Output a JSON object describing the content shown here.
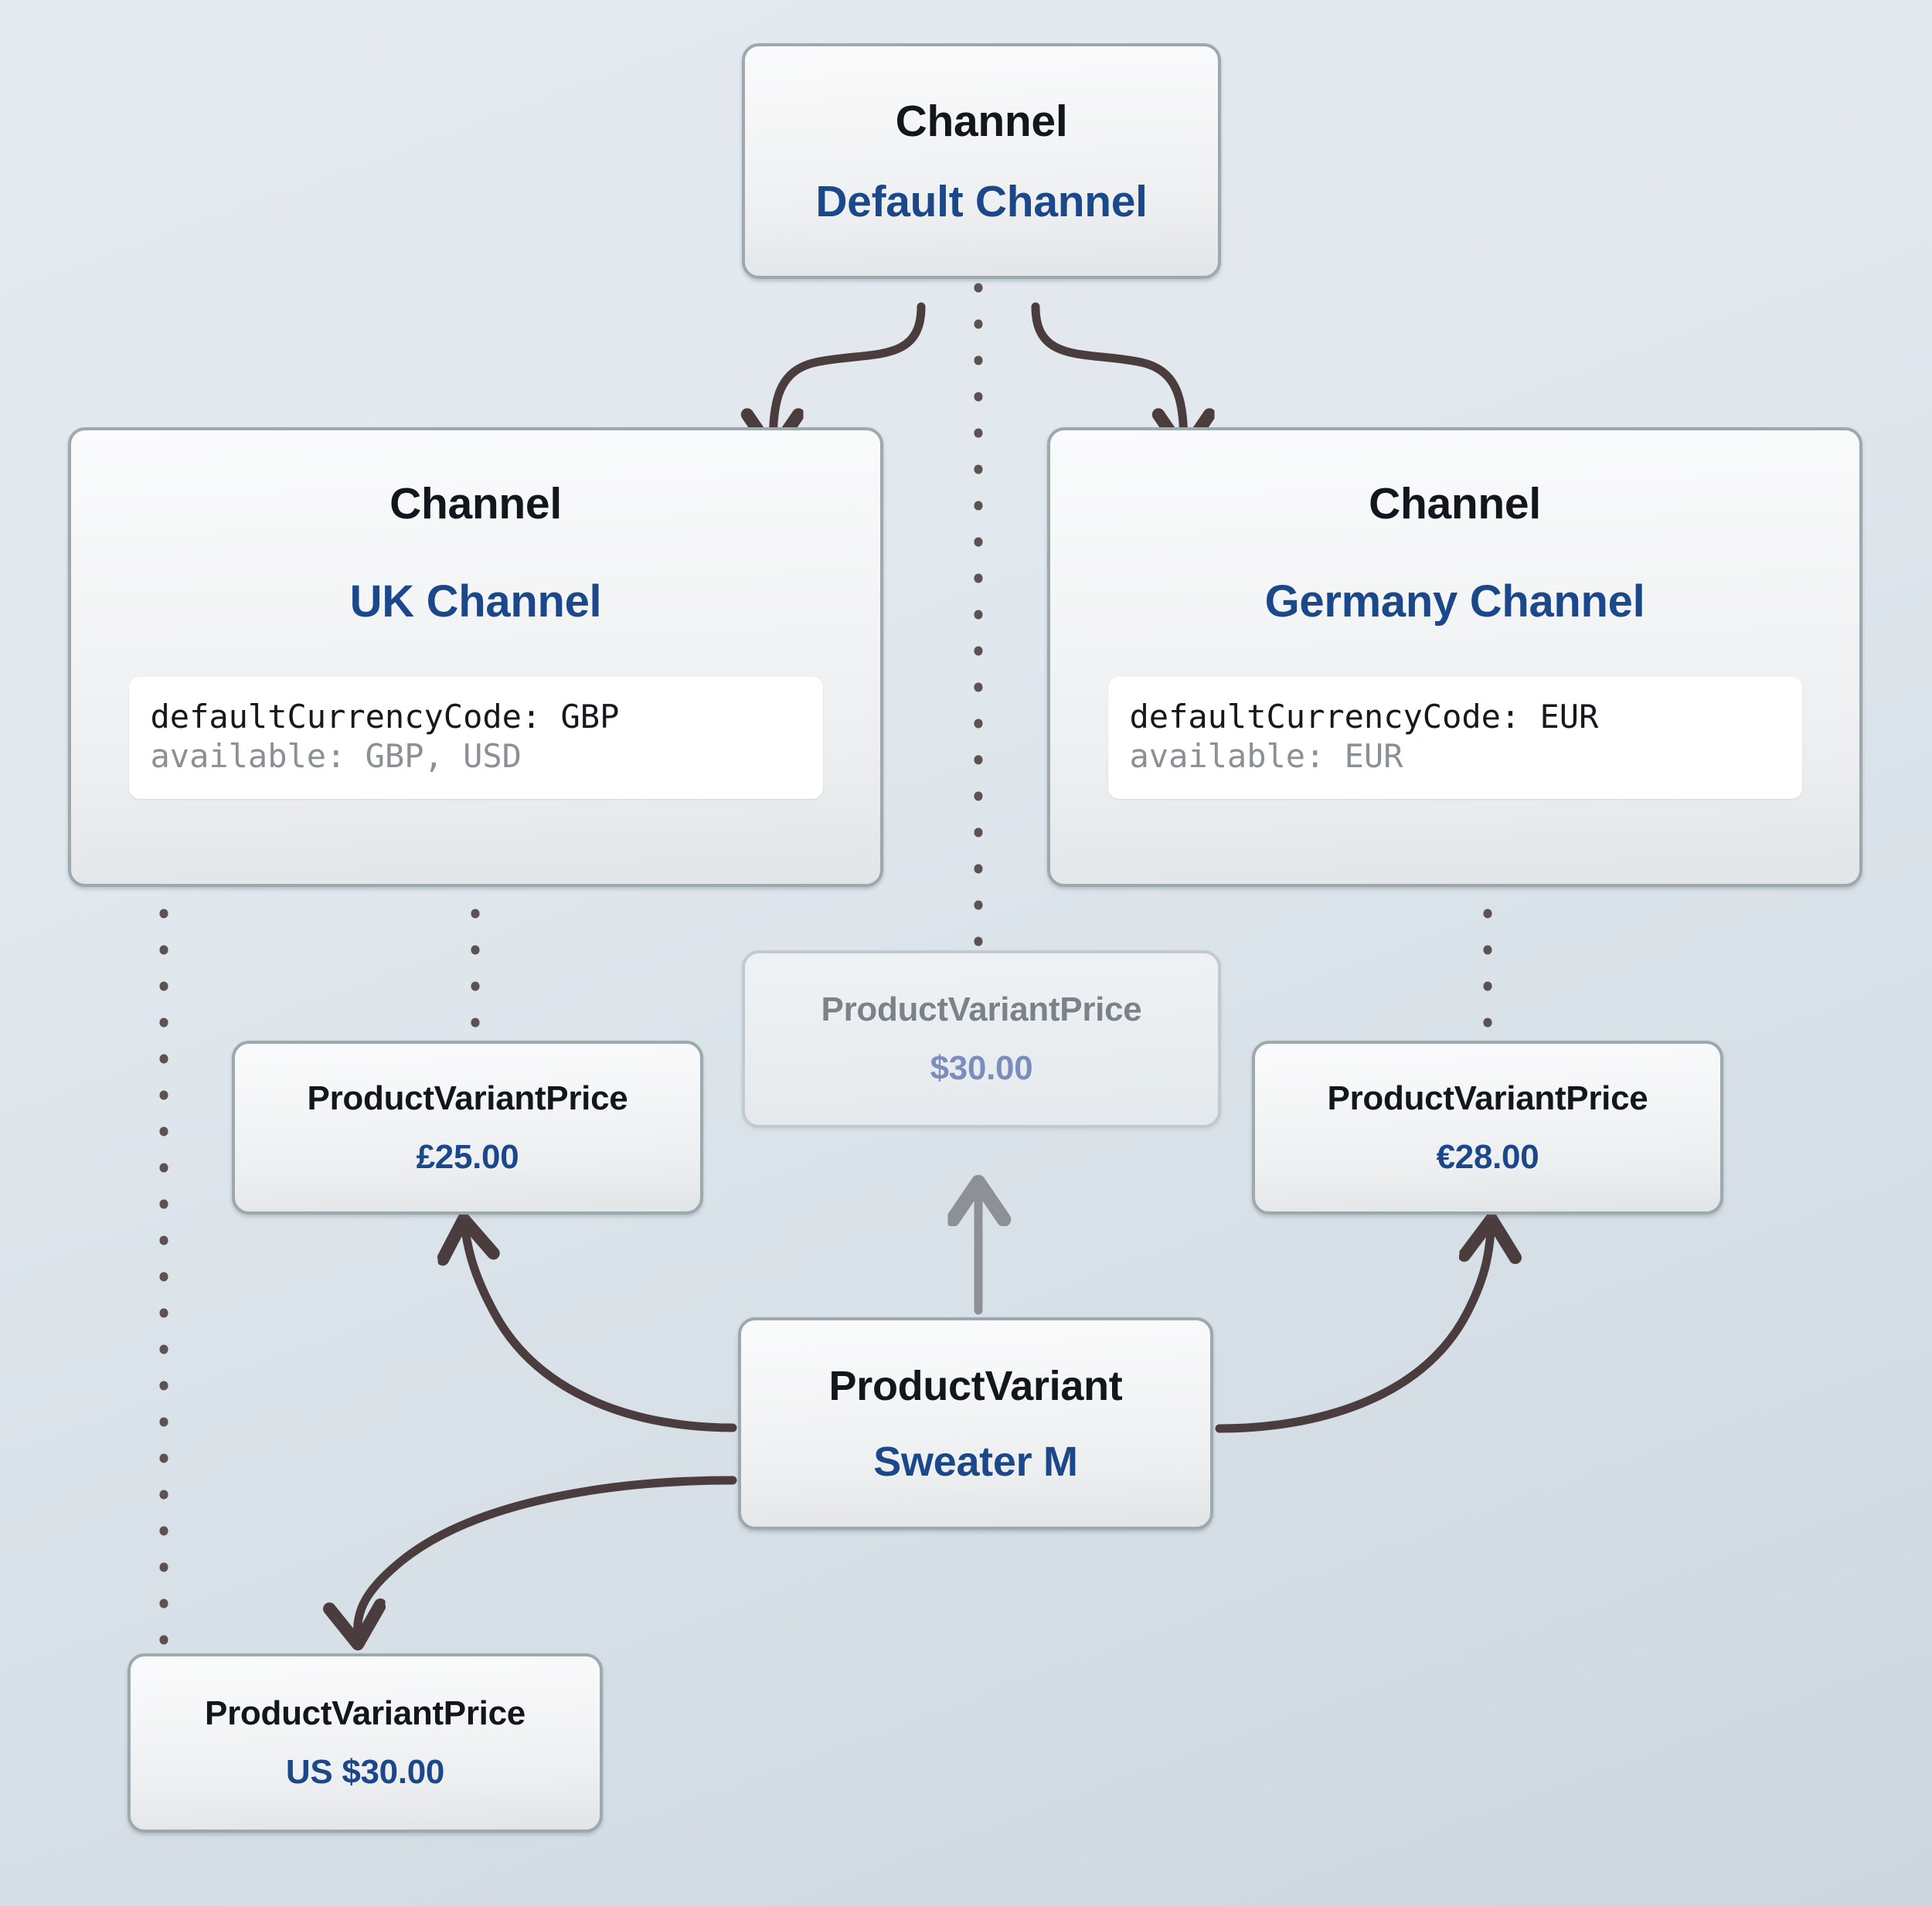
{
  "theme": {
    "background_top": "#e4eaf0",
    "background_bottom": "#ccd7de",
    "node_border": "#9ea9ae",
    "type_text": "#13161c",
    "value_text": "#1b478b",
    "faded_type_text": "#7b838a",
    "faded_value_text": "#7b8dbb",
    "solid_arrow": "#4b3d3d",
    "faded_arrow": "#8d9197",
    "dotted_connector": "#5c5252",
    "prop_primary_text": "#15181d",
    "prop_secondary_text": "#8b9095"
  },
  "diagram": {
    "nodes": {
      "default_channel": {
        "type": "Channel",
        "value": "Default Channel"
      },
      "uk_channel": {
        "type": "Channel",
        "value": "UK Channel",
        "props": {
          "default_currency": "defaultCurrencyCode: GBP",
          "available": "available: GBP, USD"
        }
      },
      "germany_channel": {
        "type": "Channel",
        "value": "Germany Channel",
        "props": {
          "default_currency": "defaultCurrencyCode: EUR",
          "available": "available: EUR"
        }
      },
      "price_gbp": {
        "type": "ProductVariantPrice",
        "value": "£25.00"
      },
      "price_usd_default": {
        "type": "ProductVariantPrice",
        "value": "$30.00"
      },
      "price_eur": {
        "type": "ProductVariantPrice",
        "value": "€28.00"
      },
      "price_usd": {
        "type": "ProductVariantPrice",
        "value": "US $30.00"
      },
      "product_variant": {
        "type": "ProductVariant",
        "value": "Sweater M"
      }
    },
    "edges": [
      {
        "from": "default_channel",
        "to": "uk_channel",
        "style": "curved-solid"
      },
      {
        "from": "default_channel",
        "to": "germany_channel",
        "style": "curved-solid"
      },
      {
        "from": "default_channel",
        "to": "price_usd_default",
        "style": "dotted"
      },
      {
        "from": "uk_channel",
        "to": "price_gbp",
        "style": "dotted"
      },
      {
        "from": "uk_channel",
        "to": "price_usd",
        "style": "dotted"
      },
      {
        "from": "germany_channel",
        "to": "price_eur",
        "style": "dotted"
      },
      {
        "from": "product_variant",
        "to": "price_gbp",
        "style": "curved-solid"
      },
      {
        "from": "product_variant",
        "to": "price_usd_default",
        "style": "straight-faded"
      },
      {
        "from": "product_variant",
        "to": "price_eur",
        "style": "curved-solid"
      },
      {
        "from": "product_variant",
        "to": "price_usd",
        "style": "curved-solid"
      }
    ]
  }
}
